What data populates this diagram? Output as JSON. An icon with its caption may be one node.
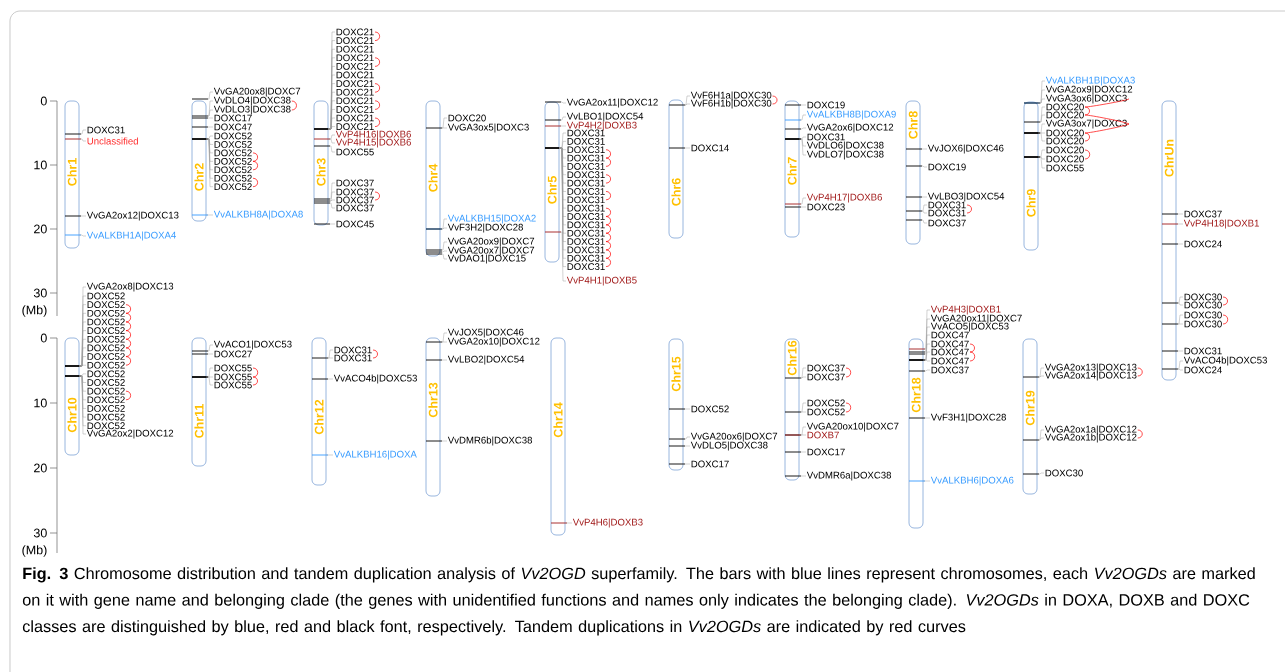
{
  "diagram": {
    "caption": "**Fig. 3**  Chromosome distribution and tandem duplication analysis of *Vv2OGD* superfamily. The bars with blue lines represent chromosomes, each *Vv2OGDs* are marked on it with  gene name and belonging clade (the genes with unidentified functions and names only indicates the belonging clade). *Vv2OGDs* in DOXA, DOXB and DOXC classes are distinguished by blue, red and black font, respectively. Tandem duplications in *Vv2OGDs* are indicated by red curves",
    "nodes": [
      {
        "text": [
          "Chr1"
        ]
      },
      {
        "text": [
          "DOXC31"
        ]
      },
      {
        "text": [
          "Unclassified"
        ]
      },
      {
        "text": [
          "VvGA2ox12|DOXC13"
        ]
      },
      {
        "text": [
          "VvALKBH1A|DOXA4"
        ]
      },
      {
        "text": [
          "Chr2"
        ]
      },
      {
        "text": [
          "VvGA20ox8|DOXC7"
        ]
      },
      {
        "text": [
          "VvDLO4|DOXC38"
        ]
      },
      {
        "text": [
          "VvDLO3|DOXC38"
        ]
      },
      {
        "text": [
          "DOXC17"
        ]
      },
      {
        "text": [
          "DOXC47"
        ]
      },
      {
        "text": [
          "DOXC52"
        ]
      },
      {
        "text": [
          "DOXC52"
        ]
      },
      {
        "text": [
          "DOXC52"
        ]
      },
      {
        "text": [
          "DOXC52"
        ]
      },
      {
        "text": [
          "DOXC52"
        ]
      },
      {
        "text": [
          "DOXC52"
        ]
      },
      {
        "text": [
          "DOXC52"
        ]
      },
      {
        "text": [
          "VvALKBH8A|DOXA8"
        ]
      },
      {
        "text": [
          "Chr3"
        ]
      },
      {
        "text": [
          "DOXC21"
        ]
      },
      {
        "text": [
          "DOXC21"
        ]
      },
      {
        "text": [
          "DOXC21"
        ]
      },
      {
        "text": [
          "DOXC21"
        ]
      },
      {
        "text": [
          "DOXC21"
        ]
      },
      {
        "text": [
          "DOXC21"
        ]
      },
      {
        "text": [
          "DOXC21"
        ]
      },
      {
        "text": [
          "DOXC21"
        ]
      },
      {
        "text": [
          "DOXC21"
        ]
      },
      {
        "text": [
          "DOXC21"
        ]
      },
      {
        "text": [
          "DOXC21"
        ]
      },
      {
        "text": [
          "DOXC21"
        ]
      },
      {
        "text": [
          "VvP4H16|DOXB6"
        ]
      },
      {
        "text": [
          "VvP4H15|DOXB6"
        ]
      },
      {
        "text": [
          "DOXC55"
        ]
      },
      {
        "text": [
          "DOXC37"
        ]
      },
      {
        "text": [
          "DOXC37"
        ]
      },
      {
        "text": [
          "DOXC37"
        ]
      },
      {
        "text": [
          "DOXC37"
        ]
      },
      {
        "text": [
          "DOXC45"
        ]
      },
      {
        "text": [
          "Chr4"
        ]
      },
      {
        "text": [
          "DOXC20"
        ]
      },
      {
        "text": [
          "VvGA3ox5|DOXC3"
        ]
      },
      {
        "text": [
          "VvALKBH15|DOXA2"
        ]
      },
      {
        "text": [
          "VvF3H2|DOXC28"
        ]
      },
      {
        "text": [
          "VvGA20ox9|DOXC7"
        ]
      },
      {
        "text": [
          "VvGA20ox7|DOXC7"
        ]
      },
      {
        "text": [
          "VvDAO1|DOXC15"
        ]
      },
      {
        "text": [
          "Chr5"
        ]
      },
      {
        "text": [
          "VvGA2ox11|DOXC12"
        ]
      },
      {
        "text": [
          "VvLBO1|DOXC54"
        ]
      },
      {
        "text": [
          "VvP4H2|DOXB3"
        ]
      },
      {
        "text": [
          "DOXC31"
        ]
      },
      {
        "text": [
          "DOXC31"
        ]
      },
      {
        "text": [
          "DOXC31"
        ]
      },
      {
        "text": [
          "DOXC31"
        ]
      },
      {
        "text": [
          "DOXC31"
        ]
      },
      {
        "text": [
          "DOXC31"
        ]
      },
      {
        "text": [
          "DOXC31"
        ]
      },
      {
        "text": [
          "DOXC31"
        ]
      },
      {
        "text": [
          "DOXC31"
        ]
      },
      {
        "text": [
          "DOXC31"
        ]
      },
      {
        "text": [
          "DOXC31"
        ]
      },
      {
        "text": [
          "DOXC31"
        ]
      },
      {
        "text": [
          "DOXC31"
        ]
      },
      {
        "text": [
          "DOXC31"
        ]
      },
      {
        "text": [
          "DOXC31"
        ]
      },
      {
        "text": [
          "DOXC31"
        ]
      },
      {
        "text": [
          "DOXC31"
        ]
      },
      {
        "text": [
          "VvP4H1|DOXB5"
        ]
      },
      {
        "text": [
          "Chr6"
        ]
      },
      {
        "text": [
          "VvF6H1a|DOXC30"
        ]
      },
      {
        "text": [
          "VvF6H1b|DOXC30"
        ]
      },
      {
        "text": [
          "DOXC14"
        ]
      },
      {
        "text": [
          "Chr7"
        ]
      },
      {
        "text": [
          "DOXC19"
        ]
      },
      {
        "text": [
          "VvALKBH8B|DOXA9"
        ]
      },
      {
        "text": [
          "VvGA2ox6|DOXC12"
        ]
      },
      {
        "text": [
          "DOXC31"
        ]
      },
      {
        "text": [
          "VvDLO6|DOXC38"
        ]
      },
      {
        "text": [
          "VvDLO7|DOXC38"
        ]
      },
      {
        "text": [
          "VvP4H17|DOXB6"
        ]
      },
      {
        "text": [
          "DOXC23"
        ]
      },
      {
        "text": [
          "Chr8"
        ]
      },
      {
        "text": [
          "VvJOX6|DOXC46"
        ]
      },
      {
        "text": [
          "DOXC19"
        ]
      },
      {
        "text": [
          "VvLBO3|DOXC54"
        ]
      },
      {
        "text": [
          "DOXC31"
        ]
      },
      {
        "text": [
          "DOXC31"
        ]
      },
      {
        "text": [
          "DOXC37"
        ]
      },
      {
        "text": [
          "Chr9"
        ]
      },
      {
        "text": [
          "VvALKBH1B|DOXA3"
        ]
      },
      {
        "text": [
          "VvGA2ox9|DOXC12"
        ]
      },
      {
        "text": [
          "VvGA3ox6|DOXC3"
        ]
      },
      {
        "text": [
          "DOXC20"
        ]
      },
      {
        "text": [
          "DOXC20"
        ]
      },
      {
        "text": [
          "VvGA3ox7|DOXC3"
        ]
      },
      {
        "text": [
          "DOXC20"
        ]
      },
      {
        "text": [
          "DOXC20"
        ]
      },
      {
        "text": [
          "DOXC20"
        ]
      },
      {
        "text": [
          "DOXC20"
        ]
      },
      {
        "text": [
          "DOXC55"
        ]
      },
      {
        "text": [
          "ChrUn"
        ]
      },
      {
        "text": [
          "DOXC37"
        ]
      },
      {
        "text": [
          "VvP4H18|DOXB1"
        ]
      },
      {
        "text": [
          "DOXC24"
        ]
      },
      {
        "text": [
          "DOXC30"
        ]
      },
      {
        "text": [
          "DOXC30"
        ]
      },
      {
        "text": [
          "DOXC30"
        ]
      },
      {
        "text": [
          "DOXC30"
        ]
      },
      {
        "text": [
          "DOXC31"
        ]
      },
      {
        "text": [
          "VvACO4b|DOXC53"
        ]
      },
      {
        "text": [
          "DOXC24"
        ]
      },
      {
        "text": [
          "Chr10"
        ]
      },
      {
        "text": [
          "VvGA2ox8|DOXC13"
        ]
      },
      {
        "text": [
          "DOXC52"
        ]
      },
      {
        "text": [
          "DOXC52"
        ]
      },
      {
        "text": [
          "DOXC52"
        ]
      },
      {
        "text": [
          "DOXC52"
        ]
      },
      {
        "text": [
          "DOXC52"
        ]
      },
      {
        "text": [
          "DOXC52"
        ]
      },
      {
        "text": [
          "DOXC52"
        ]
      },
      {
        "text": [
          "DOXC52"
        ]
      },
      {
        "text": [
          "DOXC52"
        ]
      },
      {
        "text": [
          "DOXC52"
        ]
      },
      {
        "text": [
          "DOXC52"
        ]
      },
      {
        "text": [
          "DOXC52"
        ]
      },
      {
        "text": [
          "DOXC52"
        ]
      },
      {
        "text": [
          "DOXC52"
        ]
      },
      {
        "text": [
          "DOXC52"
        ]
      },
      {
        "text": [
          "DOXC52"
        ]
      },
      {
        "text": [
          "VvGA2ox2|DOXC12"
        ]
      },
      {
        "text": [
          "Chr11"
        ]
      },
      {
        "text": [
          "VvACO1|DOXC53"
        ]
      },
      {
        "text": [
          "DOXC27"
        ]
      },
      {
        "text": [
          "DOXC55"
        ]
      },
      {
        "text": [
          "DOXC55"
        ]
      },
      {
        "text": [
          "DOXC55"
        ]
      },
      {
        "text": [
          "Chr12"
        ]
      },
      {
        "text": [
          "DOXC31"
        ]
      },
      {
        "text": [
          "DOXC31"
        ]
      },
      {
        "text": [
          "VvACO4b|DOXC53"
        ]
      },
      {
        "text": [
          "VvALKBH16|DOXA"
        ]
      },
      {
        "text": [
          "Chr13"
        ]
      },
      {
        "text": [
          "VvJOX5|DOXC46"
        ]
      },
      {
        "text": [
          "VvGA2ox10|DOXC12"
        ]
      },
      {
        "text": [
          "VvLBO2|DOXC54"
        ]
      },
      {
        "text": [
          "VvDMR6b|DOXC38"
        ]
      },
      {
        "text": [
          "Chr14"
        ]
      },
      {
        "text": [
          "VvP4H6|DOXB3"
        ]
      },
      {
        "text": [
          "Chr15"
        ]
      },
      {
        "text": [
          "DOXC52"
        ]
      },
      {
        "text": [
          "VvGA20ox6|DOXC7"
        ]
      },
      {
        "text": [
          "VvDLO5|DOXC38"
        ]
      },
      {
        "text": [
          "DOXC17"
        ]
      },
      {
        "text": [
          "Chr16"
        ]
      },
      {
        "text": [
          "DOXC37"
        ]
      },
      {
        "text": [
          "DOXC37"
        ]
      },
      {
        "text": [
          "DOXC52"
        ]
      },
      {
        "text": [
          "DOXC52"
        ]
      },
      {
        "text": [
          "VvGA20ox10|DOXC7"
        ]
      },
      {
        "text": [
          "DOXB7"
        ]
      },
      {
        "text": [
          "DOXC17"
        ]
      },
      {
        "text": [
          "VvDMR6a|DOXC38"
        ]
      },
      {
        "text": [
          "Chr18"
        ]
      },
      {
        "text": [
          "VvP4H3|DOXB1"
        ]
      },
      {
        "text": [
          "VvGA20ox11|DOXC7"
        ]
      },
      {
        "text": [
          "VvACO5|DOXC53"
        ]
      },
      {
        "text": [
          "DOXC47"
        ]
      },
      {
        "text": [
          "DOXC47"
        ]
      },
      {
        "text": [
          "DOXC47"
        ]
      },
      {
        "text": [
          "DOXC47"
        ]
      },
      {
        "text": [
          "DOXC37"
        ]
      },
      {
        "text": [
          "VvF3H1|DOXC28"
        ]
      },
      {
        "text": [
          "VvALKBH6|DOXA6"
        ]
      },
      {
        "text": [
          "Chr19"
        ]
      },
      {
        "text": [
          "VvGA2ox13|DOXC13"
        ]
      },
      {
        "text": [
          "VvGA2ox14|DOXC13"
        ]
      },
      {
        "text": [
          "VvGA2ox1a|DOXC12"
        ]
      },
      {
        "text": [
          "VvGA2ox1b|DOXC12"
        ]
      },
      {
        "text": [
          "DOXC30"
        ]
      }
    ],
    "edges": [
      {
        "from": 1,
        "to": 0,
        "arrow": "none"
      },
      {
        "from": 2,
        "to": 0,
        "arrow": "none"
      },
      {
        "from": 3,
        "to": 0,
        "arrow": "none"
      },
      {
        "from": 4,
        "to": 0,
        "arrow": "none"
      },
      {
        "from": 6,
        "to": 5,
        "arrow": "none"
      },
      {
        "from": 7,
        "to": 5,
        "arrow": "none"
      },
      {
        "from": 8,
        "to": 5,
        "arrow": "none"
      },
      {
        "from": 9,
        "to": 5,
        "arrow": "none"
      },
      {
        "from": 10,
        "to": 5,
        "arrow": "none"
      },
      {
        "from": 11,
        "to": 5,
        "arrow": "none"
      },
      {
        "from": 12,
        "to": 5,
        "arrow": "none"
      },
      {
        "from": 13,
        "to": 5,
        "arrow": "none"
      },
      {
        "from": 14,
        "to": 5,
        "arrow": "none"
      },
      {
        "from": 15,
        "to": 5,
        "arrow": "none"
      },
      {
        "from": 16,
        "to": 5,
        "arrow": "none"
      },
      {
        "from": 17,
        "to": 5,
        "arrow": "none"
      },
      {
        "from": 18,
        "to": 5,
        "arrow": "none"
      },
      {
        "from": 20,
        "to": 19,
        "arrow": "none"
      },
      {
        "from": 21,
        "to": 19,
        "arrow": "none"
      },
      {
        "from": 22,
        "to": 19,
        "arrow": "none"
      },
      {
        "from": 23,
        "to": 19,
        "arrow": "none"
      },
      {
        "from": 24,
        "to": 19,
        "arrow": "none"
      },
      {
        "from": 25,
        "to": 19,
        "arrow": "none"
      },
      {
        "from": 26,
        "to": 19,
        "arrow": "none"
      },
      {
        "from": 27,
        "to": 19,
        "arrow": "none"
      },
      {
        "from": 28,
        "to": 19,
        "arrow": "none"
      },
      {
        "from": 29,
        "to": 19,
        "arrow": "none"
      },
      {
        "from": 30,
        "to": 19,
        "arrow": "none"
      },
      {
        "from": 31,
        "to": 19,
        "arrow": "none"
      },
      {
        "from": 32,
        "to": 19,
        "arrow": "none"
      },
      {
        "from": 33,
        "to": 19,
        "arrow": "none"
      },
      {
        "from": 34,
        "to": 19,
        "arrow": "none"
      },
      {
        "from": 35,
        "to": 19,
        "arrow": "none"
      },
      {
        "from": 36,
        "to": 19,
        "arrow": "none"
      },
      {
        "from": 37,
        "to": 19,
        "arrow": "none"
      },
      {
        "from": 38,
        "to": 19,
        "arrow": "none"
      },
      {
        "from": 39,
        "to": 19,
        "arrow": "none"
      },
      {
        "from": 41,
        "to": 40,
        "arrow": "none"
      },
      {
        "from": 42,
        "to": 40,
        "arrow": "none"
      },
      {
        "from": 43,
        "to": 40,
        "arrow": "none"
      },
      {
        "from": 44,
        "to": 40,
        "arrow": "none"
      },
      {
        "from": 45,
        "to": 40,
        "arrow": "none"
      },
      {
        "from": 46,
        "to": 40,
        "arrow": "none"
      },
      {
        "from": 47,
        "to": 40,
        "arrow": "none"
      },
      {
        "from": 49,
        "to": 48,
        "arrow": "none"
      },
      {
        "from": 50,
        "to": 48,
        "arrow": "none"
      },
      {
        "from": 51,
        "to": 48,
        "arrow": "none"
      },
      {
        "from": 52,
        "to": 48,
        "arrow": "none"
      },
      {
        "from": 53,
        "to": 48,
        "arrow": "none"
      },
      {
        "from": 54,
        "to": 48,
        "arrow": "none"
      },
      {
        "from": 55,
        "to": 48,
        "arrow": "none"
      },
      {
        "from": 56,
        "to": 48,
        "arrow": "none"
      },
      {
        "from": 57,
        "to": 48,
        "arrow": "none"
      },
      {
        "from": 58,
        "to": 48,
        "arrow": "none"
      },
      {
        "from": 59,
        "to": 48,
        "arrow": "none"
      },
      {
        "from": 60,
        "to": 48,
        "arrow": "none"
      },
      {
        "from": 61,
        "to": 48,
        "arrow": "none"
      },
      {
        "from": 62,
        "to": 48,
        "arrow": "none"
      },
      {
        "from": 63,
        "to": 48,
        "arrow": "none"
      },
      {
        "from": 64,
        "to": 48,
        "arrow": "none"
      },
      {
        "from": 65,
        "to": 48,
        "arrow": "none"
      },
      {
        "from": 66,
        "to": 48,
        "arrow": "none"
      },
      {
        "from": 67,
        "to": 48,
        "arrow": "none"
      },
      {
        "from": 68,
        "to": 48,
        "arrow": "none"
      },
      {
        "from": 69,
        "to": 48,
        "arrow": "none"
      },
      {
        "from": 71,
        "to": 70,
        "arrow": "none"
      },
      {
        "from": 72,
        "to": 70,
        "arrow": "none"
      },
      {
        "from": 73,
        "to": 70,
        "arrow": "none"
      },
      {
        "from": 75,
        "to": 74,
        "arrow": "none"
      },
      {
        "from": 76,
        "to": 74,
        "arrow": "none"
      },
      {
        "from": 77,
        "to": 74,
        "arrow": "none"
      },
      {
        "from": 78,
        "to": 74,
        "arrow": "none"
      },
      {
        "from": 79,
        "to": 74,
        "arrow": "none"
      },
      {
        "from": 80,
        "to": 74,
        "arrow": "none"
      },
      {
        "from": 81,
        "to": 74,
        "arrow": "none"
      },
      {
        "from": 82,
        "to": 74,
        "arrow": "none"
      },
      {
        "from": 84,
        "to": 83,
        "arrow": "none"
      },
      {
        "from": 85,
        "to": 83,
        "arrow": "none"
      },
      {
        "from": 86,
        "to": 83,
        "arrow": "none"
      },
      {
        "from": 87,
        "to": 83,
        "arrow": "none"
      },
      {
        "from": 88,
        "to": 83,
        "arrow": "none"
      },
      {
        "from": 89,
        "to": 83,
        "arrow": "none"
      },
      {
        "from": 91,
        "to": 90,
        "arrow": "none"
      },
      {
        "from": 92,
        "to": 90,
        "arrow": "none"
      },
      {
        "from": 93,
        "to": 90,
        "arrow": "none"
      },
      {
        "from": 94,
        "to": 90,
        "arrow": "none"
      },
      {
        "from": 95,
        "to": 90,
        "arrow": "none"
      },
      {
        "from": 96,
        "to": 90,
        "arrow": "none"
      },
      {
        "from": 97,
        "to": 90,
        "arrow": "none"
      },
      {
        "from": 98,
        "to": 90,
        "arrow": "none"
      },
      {
        "from": 99,
        "to": 90,
        "arrow": "none"
      },
      {
        "from": 100,
        "to": 90,
        "arrow": "none"
      },
      {
        "from": 101,
        "to": 90,
        "arrow": "none"
      },
      {
        "from": 103,
        "to": 102,
        "arrow": "none"
      },
      {
        "from": 104,
        "to": 102,
        "arrow": "none"
      },
      {
        "from": 105,
        "to": 102,
        "arrow": "none"
      },
      {
        "from": 106,
        "to": 102,
        "arrow": "none"
      },
      {
        "from": 107,
        "to": 102,
        "arrow": "none"
      },
      {
        "from": 108,
        "to": 102,
        "arrow": "none"
      },
      {
        "from": 109,
        "to": 102,
        "arrow": "none"
      },
      {
        "from": 110,
        "to": 102,
        "arrow": "none"
      },
      {
        "from": 111,
        "to": 102,
        "arrow": "none"
      },
      {
        "from": 112,
        "to": 102,
        "arrow": "none"
      },
      {
        "from": 114,
        "to": 113,
        "arrow": "none"
      },
      {
        "from": 115,
        "to": 113,
        "arrow": "none"
      },
      {
        "from": 116,
        "to": 113,
        "arrow": "none"
      },
      {
        "from": 117,
        "to": 113,
        "arrow": "none"
      },
      {
        "from": 118,
        "to": 113,
        "arrow": "none"
      },
      {
        "from": 119,
        "to": 113,
        "arrow": "none"
      },
      {
        "from": 120,
        "to": 113,
        "arrow": "none"
      },
      {
        "from": 121,
        "to": 113,
        "arrow": "none"
      },
      {
        "from": 122,
        "to": 113,
        "arrow": "none"
      },
      {
        "from": 123,
        "to": 113,
        "arrow": "none"
      },
      {
        "from": 124,
        "to": 113,
        "arrow": "none"
      },
      {
        "from": 125,
        "to": 113,
        "arrow": "none"
      },
      {
        "from": 126,
        "to": 113,
        "arrow": "none"
      },
      {
        "from": 127,
        "to": 113,
        "arrow": "none"
      },
      {
        "from": 128,
        "to": 113,
        "arrow": "none"
      },
      {
        "from": 129,
        "to": 113,
        "arrow": "none"
      },
      {
        "from": 130,
        "to": 113,
        "arrow": "none"
      },
      {
        "from": 131,
        "to": 113,
        "arrow": "none"
      },
      {
        "from": 133,
        "to": 132,
        "arrow": "none"
      },
      {
        "from": 134,
        "to": 132,
        "arrow": "none"
      },
      {
        "from": 135,
        "to": 132,
        "arrow": "none"
      },
      {
        "from": 136,
        "to": 132,
        "arrow": "none"
      },
      {
        "from": 137,
        "to": 132,
        "arrow": "none"
      },
      {
        "from": 139,
        "to": 138,
        "arrow": "none"
      },
      {
        "from": 140,
        "to": 138,
        "arrow": "none"
      },
      {
        "from": 141,
        "to": 138,
        "arrow": "none"
      },
      {
        "from": 142,
        "to": 138,
        "arrow": "none"
      },
      {
        "from": 144,
        "to": 143,
        "arrow": "none"
      },
      {
        "from": 145,
        "to": 143,
        "arrow": "none"
      },
      {
        "from": 146,
        "to": 143,
        "arrow": "none"
      },
      {
        "from": 147,
        "to": 143,
        "arrow": "none"
      },
      {
        "from": 149,
        "to": 148,
        "arrow": "none"
      },
      {
        "from": 151,
        "to": 150,
        "arrow": "none"
      },
      {
        "from": 152,
        "to": 150,
        "arrow": "none"
      },
      {
        "from": 153,
        "to": 150,
        "arrow": "none"
      },
      {
        "from": 154,
        "to": 150,
        "arrow": "none"
      },
      {
        "from": 156,
        "to": 155,
        "arrow": "none"
      },
      {
        "from": 157,
        "to": 155,
        "arrow": "none"
      },
      {
        "from": 158,
        "to": 155,
        "arrow": "none"
      },
      {
        "from": 159,
        "to": 155,
        "arrow": "none"
      },
      {
        "from": 160,
        "to": 155,
        "arrow": "none"
      },
      {
        "from": 161,
        "to": 155,
        "arrow": "none"
      },
      {
        "from": 162,
        "to": 155,
        "arrow": "none"
      },
      {
        "from": 163,
        "to": 155,
        "arrow": "none"
      },
      {
        "from": 165,
        "to": 164,
        "arrow": "none"
      },
      {
        "from": 166,
        "to": 164,
        "arrow": "none"
      },
      {
        "from": 167,
        "to": 164,
        "arrow": "none"
      },
      {
        "from": 168,
        "to": 164,
        "arrow": "none"
      },
      {
        "from": 169,
        "to": 164,
        "arrow": "none"
      },
      {
        "from": 170,
        "to": 164,
        "arrow": "none"
      },
      {
        "from": 171,
        "to": 164,
        "arrow": "none"
      },
      {
        "from": 172,
        "to": 164,
        "arrow": "none"
      },
      {
        "from": 173,
        "to": 164,
        "arrow": "none"
      },
      {
        "from": 174,
        "to": 164,
        "arrow": "none"
      },
      {
        "from": 176,
        "to": 175,
        "arrow": "none"
      },
      {
        "from": 177,
        "to": 175,
        "arrow": "none"
      },
      {
        "from": 178,
        "to": 175,
        "arrow": "none"
      },
      {
        "from": 179,
        "to": 175,
        "arrow": "none"
      },
      {
        "from": 180,
        "to": 175,
        "arrow": "none"
      },
      {
        "from": 7,
        "to": 8,
        "arrow": "none",
        "color": "#ff0000"
      },
      {
        "from": 13,
        "to": 14,
        "arrow": "none",
        "color": "#ff0000"
      },
      {
        "from": 14,
        "to": 15,
        "arrow": "none",
        "color": "#ff0000"
      },
      {
        "from": 16,
        "to": 17,
        "arrow": "none",
        "color": "#ff0000"
      },
      {
        "from": 20,
        "to": 21,
        "arrow": "none",
        "color": "#ff0000"
      },
      {
        "from": 23,
        "to": 24,
        "arrow": "none",
        "color": "#ff0000"
      },
      {
        "from": 26,
        "to": 27,
        "arrow": "none",
        "color": "#ff0000"
      },
      {
        "from": 28,
        "to": 29,
        "arrow": "none",
        "color": "#ff0000"
      },
      {
        "from": 30,
        "to": 31,
        "arrow": "none",
        "color": "#ff0000"
      },
      {
        "from": 36,
        "to": 37,
        "arrow": "none",
        "color": "#ff0000"
      },
      {
        "from": 54,
        "to": 55,
        "arrow": "none",
        "color": "#ff0000"
      },
      {
        "from": 55,
        "to": 56,
        "arrow": "none",
        "color": "#ff0000"
      },
      {
        "from": 57,
        "to": 58,
        "arrow": "none",
        "color": "#ff0000"
      },
      {
        "from": 59,
        "to": 60,
        "arrow": "none",
        "color": "#ff0000"
      },
      {
        "from": 61,
        "to": 62,
        "arrow": "none",
        "color": "#ff0000"
      },
      {
        "from": 62,
        "to": 63,
        "arrow": "none",
        "color": "#ff0000"
      },
      {
        "from": 63,
        "to": 64,
        "arrow": "none",
        "color": "#ff0000"
      },
      {
        "from": 64,
        "to": 65,
        "arrow": "none",
        "color": "#ff0000"
      },
      {
        "from": 65,
        "to": 66,
        "arrow": "none",
        "color": "#ff0000"
      },
      {
        "from": 66,
        "to": 67,
        "arrow": "none",
        "color": "#ff0000"
      },
      {
        "from": 67,
        "to": 68,
        "arrow": "none",
        "color": "#ff0000"
      },
      {
        "from": 71,
        "to": 72,
        "arrow": "none",
        "color": "#ff0000"
      },
      {
        "from": 87,
        "to": 88,
        "arrow": "none",
        "color": "#ff0000"
      },
      {
        "from": 93,
        "to": 94,
        "arrow": "none",
        "color": "#ff0000"
      },
      {
        "from": 94,
        "to": 95,
        "arrow": "none",
        "color": "#ff0000"
      },
      {
        "from": 95,
        "to": 96,
        "arrow": "none",
        "color": "#ff0000"
      },
      {
        "from": 96,
        "to": 97,
        "arrow": "none",
        "color": "#ff0000"
      },
      {
        "from": 97,
        "to": 98,
        "arrow": "none",
        "color": "#ff0000"
      },
      {
        "from": 99,
        "to": 100,
        "arrow": "none",
        "color": "#ff0000"
      },
      {
        "from": 106,
        "to": 107,
        "arrow": "none",
        "color": "#ff0000"
      },
      {
        "from": 108,
        "to": 109,
        "arrow": "none",
        "color": "#ff0000"
      },
      {
        "from": 116,
        "to": 117,
        "arrow": "none",
        "color": "#ff0000"
      },
      {
        "from": 117,
        "to": 118,
        "arrow": "none",
        "color": "#ff0000"
      },
      {
        "from": 118,
        "to": 119,
        "arrow": "none",
        "color": "#ff0000"
      },
      {
        "from": 119,
        "to": 120,
        "arrow": "none",
        "color": "#ff0000"
      },
      {
        "from": 120,
        "to": 121,
        "arrow": "none",
        "color": "#ff0000"
      },
      {
        "from": 121,
        "to": 122,
        "arrow": "none",
        "color": "#ff0000"
      },
      {
        "from": 122,
        "to": 123,
        "arrow": "none",
        "color": "#ff0000"
      },
      {
        "from": 126,
        "to": 127,
        "arrow": "none",
        "color": "#ff0000"
      },
      {
        "from": 135,
        "to": 136,
        "arrow": "none",
        "color": "#ff0000"
      },
      {
        "from": 136,
        "to": 137,
        "arrow": "none",
        "color": "#ff0000"
      },
      {
        "from": 139,
        "to": 140,
        "arrow": "none",
        "color": "#ff0000"
      },
      {
        "from": 156,
        "to": 157,
        "arrow": "none",
        "color": "#ff0000"
      },
      {
        "from": 158,
        "to": 159,
        "arrow": "none",
        "color": "#ff0000"
      },
      {
        "from": 169,
        "to": 170,
        "arrow": "none",
        "color": "#ff0000"
      },
      {
        "from": 170,
        "to": 171,
        "arrow": "none",
        "color": "#ff0000"
      },
      {
        "from": 176,
        "to": 177,
        "arrow": "none",
        "color": "#ff0000"
      },
      {
        "from": 178,
        "to": 179,
        "arrow": "none",
        "color": "#ff0000"
      }
    ],
    "labels": [
      "0",
      "10",
      "20",
      "30",
      "(Mb)",
      "0",
      "10",
      "20",
      "30",
      "(Mb)"
    ]
  }
}
